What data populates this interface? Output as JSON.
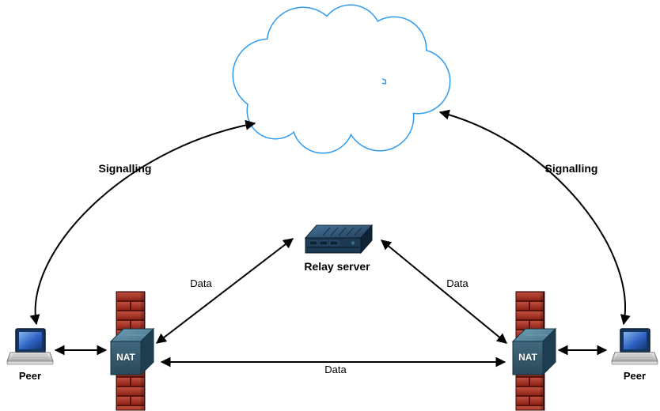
{
  "diagram": {
    "type": "network-topology",
    "labels": {
      "signalling_left": "Signalling",
      "signalling_right": "Signalling",
      "relay_server": "Relay server",
      "data_upper_left": "Data",
      "data_upper_right": "Data",
      "data_bottom": "Data",
      "nat_left": "NAT",
      "nat_right": "NAT",
      "peer_left": "Peer",
      "peer_right": "Peer"
    },
    "nodes": [
      "peer-left",
      "nat-left",
      "cloud",
      "relay-server",
      "nat-right",
      "peer-right"
    ],
    "edges": [
      {
        "from": "peer-left",
        "to": "cloud",
        "label": "Signalling",
        "style": "curved",
        "bidirectional": true
      },
      {
        "from": "peer-right",
        "to": "cloud",
        "label": "Signalling",
        "style": "curved",
        "bidirectional": true
      },
      {
        "from": "nat-left",
        "to": "relay-server",
        "label": "Data",
        "style": "straight",
        "bidirectional": true
      },
      {
        "from": "relay-server",
        "to": "nat-right",
        "label": "Data",
        "style": "straight",
        "bidirectional": true
      },
      {
        "from": "nat-left",
        "to": "nat-right",
        "label": "Data",
        "style": "straight",
        "bidirectional": true
      },
      {
        "from": "peer-left",
        "to": "nat-left",
        "label": "",
        "style": "straight",
        "bidirectional": true
      },
      {
        "from": "peer-right",
        "to": "nat-right",
        "label": "",
        "style": "straight",
        "bidirectional": true
      }
    ],
    "icons": {
      "cloud": "cloud-outline",
      "relay_server": "rack-server-3d",
      "nat": "steel-cube",
      "firewall": "red-brick-wall",
      "peer": "laptop"
    },
    "colors": {
      "background": "#FFFFFF",
      "cloud_outline": "#2E9BF0",
      "arrow": "#000000",
      "label_text": "#000000",
      "nat_label_text": "#FFFFFF",
      "firewall_brick": "#A93226",
      "firewall_mortar": "#5A120C",
      "nat_cube": "#35596C",
      "server_body": "#1C3A54",
      "laptop_screen": "#2E62C4"
    }
  }
}
